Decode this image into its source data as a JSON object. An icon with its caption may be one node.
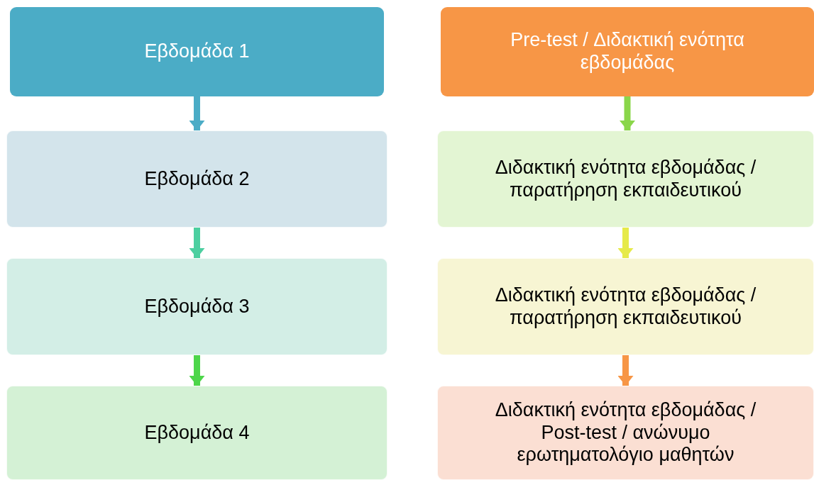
{
  "diagram": {
    "nodes": [
      {
        "text": [
          "Εβδομάδα 1"
        ]
      },
      {
        "text": [
          "Εβδομάδα 2"
        ]
      },
      {
        "text": [
          "Εβδομάδα 3"
        ]
      },
      {
        "text": [
          "Εβδομάδα 4"
        ]
      },
      {
        "text": [
          "Pre-test / Διδακτική ενότητα εβδομάδας"
        ]
      },
      {
        "text": [
          "Διδακτική ενότητα εβδομάδας / παρατήρηση εκπαιδευτικού"
        ]
      },
      {
        "text": [
          "Διδακτική ενότητα εβδομάδας / παρατήρηση εκπαιδευτικού"
        ]
      },
      {
        "text": [
          "Διδακτική ενότητα εβδομάδας / Post-test / ανώνυμο ερωτηματολόγιο μαθητών"
        ]
      }
    ],
    "edges": [
      {
        "from": 0,
        "to": 1,
        "arrow": "to",
        "color": "#4bacc6"
      },
      {
        "from": 1,
        "to": 2,
        "arrow": "to",
        "color": "#4ccfa0"
      },
      {
        "from": 2,
        "to": 3,
        "arrow": "to",
        "color": "#4dd64a"
      },
      {
        "from": 4,
        "to": 5,
        "arrow": "to",
        "color": "#8ad64a"
      },
      {
        "from": 5,
        "to": 6,
        "arrow": "to",
        "color": "#e6ea4a"
      },
      {
        "from": 6,
        "to": 7,
        "arrow": "to",
        "color": "#f79646"
      }
    ]
  }
}
